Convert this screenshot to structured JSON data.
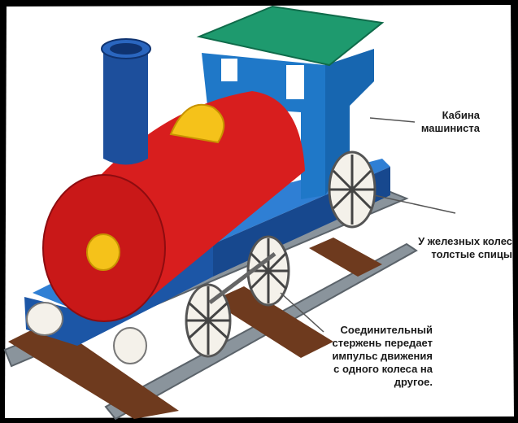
{
  "colors": {
    "background": "#000000",
    "card": "#ffffff",
    "boiler": "#d81e1e",
    "boiler_dark": "#9e0f12",
    "cabin": "#1f78c8",
    "roof": "#1e9a6e",
    "chimney": "#1d4f9c",
    "dome": "#f5c21a",
    "chassis": "#1f5fb4",
    "rail": "#7d8790",
    "sleeper": "#6e3a1e",
    "wheel": "#f4f1ea"
  },
  "labels": {
    "cabin": {
      "lines": [
        "Кабина",
        "машиниста"
      ]
    },
    "spokes": {
      "lines": [
        "У железных колес",
        "толстые спицы"
      ]
    },
    "rod": {
      "lines": [
        "Соединительный",
        "стержень передает",
        "импульс движения",
        "с одного колеса на",
        "другое."
      ]
    }
  }
}
